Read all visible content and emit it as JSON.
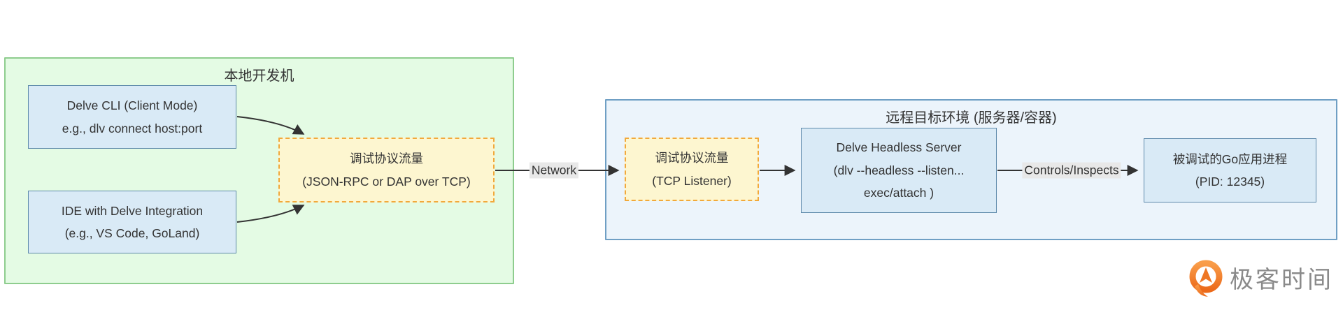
{
  "diagram": {
    "local": {
      "title": "本地开发机",
      "nodes": {
        "delve_cli": {
          "lines": [
            "Delve CLI (Client Mode)",
            "e.g., dlv connect host:port"
          ]
        },
        "ide": {
          "lines": [
            "IDE with Delve Integration",
            "(e.g., VS Code, GoLand)"
          ]
        },
        "traffic_local": {
          "lines": [
            "调试协议流量",
            "(JSON-RPC or DAP over TCP)"
          ]
        }
      }
    },
    "remote": {
      "title": "远程目标环境 (服务器/容器)",
      "nodes": {
        "traffic_remote": {
          "lines": [
            "调试协议流量",
            "(TCP Listener)"
          ]
        },
        "headless_server": {
          "lines": [
            "Delve Headless Server",
            "(dlv --headless --listen...",
            "exec/attach )"
          ]
        },
        "go_process": {
          "lines": [
            "被调试的Go应用进程",
            "(PID: 12345)"
          ]
        }
      }
    },
    "edge_labels": {
      "network": "Network",
      "controls": "Controls/Inspects"
    }
  },
  "branding": {
    "logo_text": "极客时间"
  },
  "colors": {
    "local_container_fill": "#e4fbe4",
    "local_container_border": "#8ecd8e",
    "remote_container_fill": "#ecf4fb",
    "remote_container_border": "#6f9fc4",
    "node_blue_fill": "#d9eaf6",
    "node_blue_border": "#5d89aa",
    "node_yellow_fill": "#fdf6d0",
    "node_yellow_border": "#f2a93b",
    "edge_line": "#333333",
    "edge_label_bg": "#e8e8e8",
    "logo_orange": "#ee7623",
    "logo_text_gray": "#8a8a8a"
  }
}
